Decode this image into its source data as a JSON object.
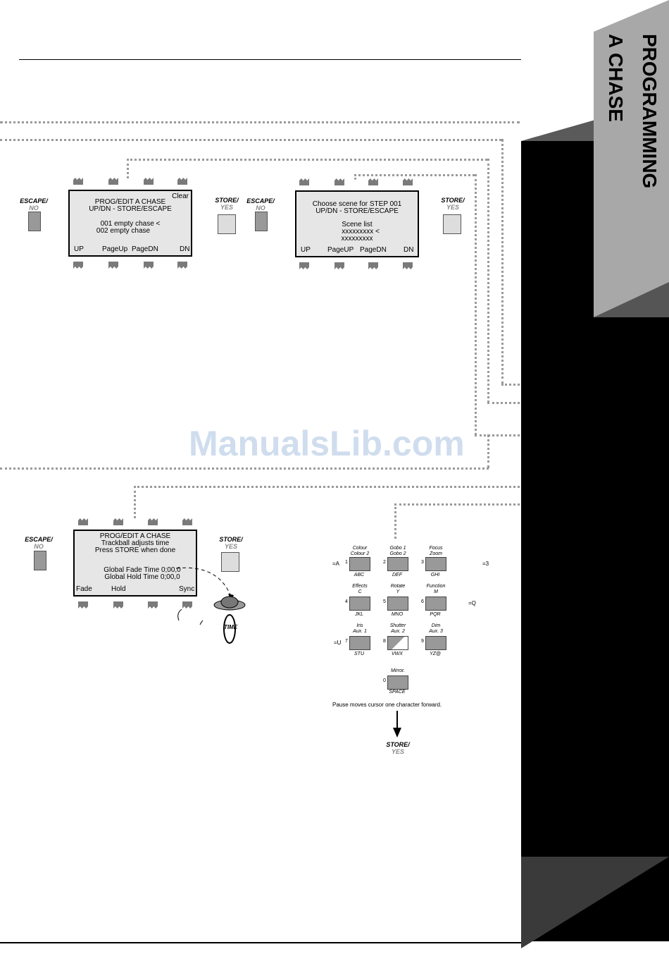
{
  "watermark": "ManualsLib.com",
  "sidebar": {
    "line1": "PROGRAMMING",
    "line2": "A CHASE"
  },
  "common": {
    "escape": "ESCAPE/",
    "no": "NO",
    "store": "STORE/",
    "yes": "YES"
  },
  "display1": {
    "line1": "PROG/EDIT A CHASE",
    "clear": "Clear",
    "line2": "UP/DN  - STORE/ESCAPE",
    "line3": "001 empty chase    <",
    "line4": "002 empty chase",
    "soft": [
      "UP",
      "PageUp",
      "PageDN",
      "DN"
    ]
  },
  "display2": {
    "line1": "Choose scene for STEP 001",
    "line2": "UP/DN   - STORE/ESCAPE",
    "line3": "Scene list",
    "line4": "xxxxxxxxx <",
    "line5": "xxxxxxxxx",
    "soft": [
      "UP",
      "PageUP",
      "PageDN",
      "DN"
    ]
  },
  "display3": {
    "line1": "PROG/EDIT A CHASE",
    "line2": "Trackball adjusts time",
    "line3": "Press STORE when done",
    "line4": "Global Fade Time 0;00,0",
    "line5": "Global Hold Time 0;00,0",
    "soft": [
      "Fade",
      "Hold",
      "Sync"
    ]
  },
  "time_label": "TIME",
  "keypad": {
    "keys": [
      {
        "num": "1",
        "top": "Colour\nColour 2",
        "bot": "ABC"
      },
      {
        "num": "2",
        "top": "Gobo 1\nGobo 2",
        "bot": "DEF"
      },
      {
        "num": "3",
        "top": "Focus\nZoom",
        "bot": "GHI"
      },
      {
        "num": "4",
        "top": "Effects\nC",
        "bot": "JKL"
      },
      {
        "num": "5",
        "top": "Rotate\nY",
        "bot": "MNO"
      },
      {
        "num": "6",
        "top": "Function\nM",
        "bot": "PQR"
      },
      {
        "num": "7",
        "top": "Iris\nAux. 1",
        "bot": "STU"
      },
      {
        "num": "8",
        "top": "Shutter\nAux. 2",
        "bot": "VWX"
      },
      {
        "num": "9",
        "top": "Dim\nAux. 3",
        "bot": "YZ@"
      },
      {
        "num": "0",
        "top": "Mirror.",
        "bot": "SPACE"
      }
    ],
    "side1": "=A",
    "side3": "=3",
    "side6": "=Q",
    "side7": "=U",
    "note": "Pause moves cursor one character forward.",
    "store": "STORE/",
    "yes": "YES"
  }
}
